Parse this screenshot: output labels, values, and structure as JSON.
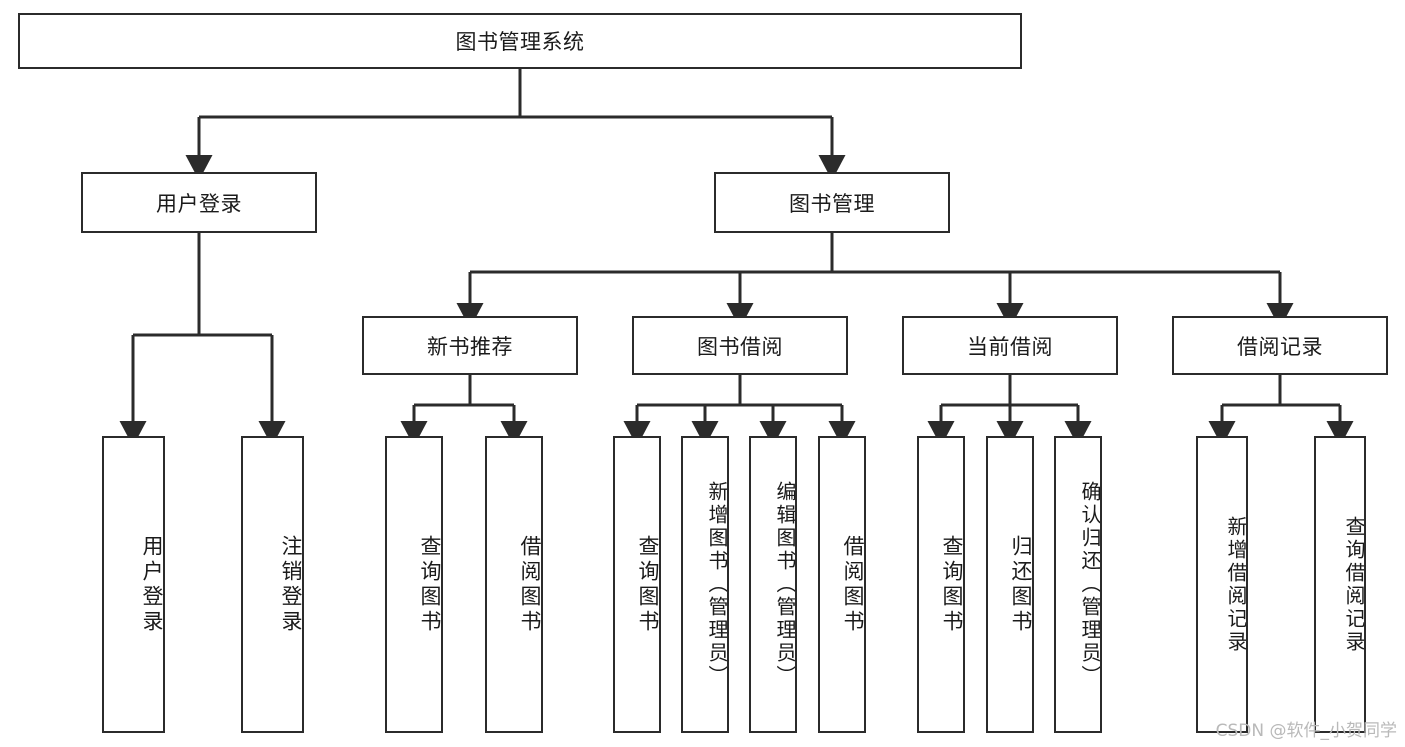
{
  "diagram": {
    "title": "图书管理系统",
    "type": "tree-hierarchy",
    "watermark": "CSDN @软件_小贺同学",
    "colors": {
      "border": "#2b2b2b",
      "background": "#ffffff",
      "text": "#1b1b1b",
      "watermark": "#b9b9b9"
    },
    "root": {
      "label": "图书管理系统"
    },
    "level2": [
      {
        "label": "用户登录"
      },
      {
        "label": "图书管理"
      }
    ],
    "level3": [
      {
        "label": "新书推荐"
      },
      {
        "label": "图书借阅"
      },
      {
        "label": "当前借阅"
      },
      {
        "label": "借阅记录"
      }
    ],
    "leaves": {
      "user_login": [
        {
          "label": "用户登录"
        },
        {
          "label": "注销登录"
        }
      ],
      "new_book_recommend": [
        {
          "label": "查询图书"
        },
        {
          "label": "借阅图书"
        }
      ],
      "book_borrow": [
        {
          "label": "查询图书"
        },
        {
          "label": "新增图书（管理员）"
        },
        {
          "label": "编辑图书（管理员）"
        },
        {
          "label": "借阅图书"
        }
      ],
      "current_borrow": [
        {
          "label": "查询图书"
        },
        {
          "label": "归还图书"
        },
        {
          "label": "确认归还（管理员）"
        }
      ],
      "borrow_record": [
        {
          "label": "新增借阅记录"
        },
        {
          "label": "查询借阅记录"
        }
      ]
    }
  }
}
